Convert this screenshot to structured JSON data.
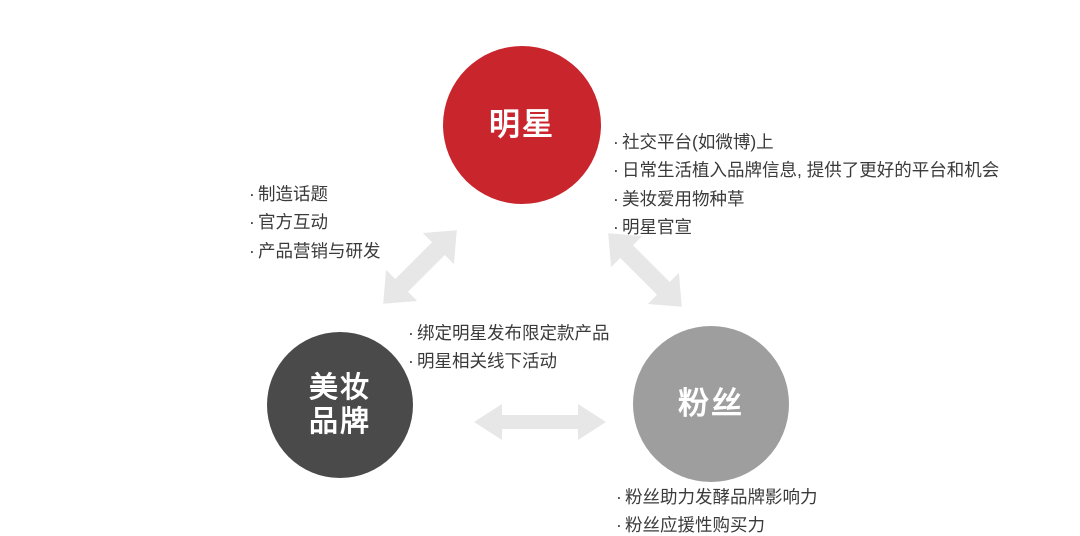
{
  "diagram": {
    "title": "明星 · 美妆品牌 · 粉丝 三方互动关系图",
    "colors": {
      "celebrity": "#c9252c",
      "brand": "#4a4a4a",
      "fans": "#9e9e9e",
      "arrow": "#e7e7e7",
      "text": "#3a3a3a",
      "background": "#ffffff"
    },
    "nodes": [
      {
        "id": "celebrity",
        "label": "明星"
      },
      {
        "id": "brand",
        "label": "美妆\n品牌"
      },
      {
        "id": "fans",
        "label": "粉丝"
      }
    ],
    "arrows": [
      {
        "id": "brand-celebrity",
        "from": "美妆品牌",
        "to": "明星",
        "direction": "double"
      },
      {
        "id": "celebrity-fans",
        "from": "明星",
        "to": "粉丝",
        "direction": "double"
      },
      {
        "id": "brand-fans",
        "from": "美妆品牌",
        "to": "粉丝",
        "direction": "double"
      }
    ],
    "text_blocks": {
      "celebrity_right": {
        "bullet": "·",
        "lines": [
          "社交平台(如微博)上",
          "日常生活植入品牌信息, 提供了更好的平台和机会",
          "美妆爱用物种草",
          "明星官宣"
        ]
      },
      "brand_celebrity_left": {
        "bullet": "·",
        "lines": [
          "制造话题",
          "官方互动",
          "产品营销与研发"
        ]
      },
      "brand_center": {
        "bullet": "·",
        "lines": [
          "绑定明星发布限定款产品",
          "明星相关线下活动"
        ]
      },
      "fans_bottom": {
        "bullet": "·",
        "lines": [
          "粉丝助力发酵品牌影响力",
          "粉丝应援性购买力"
        ]
      }
    }
  }
}
